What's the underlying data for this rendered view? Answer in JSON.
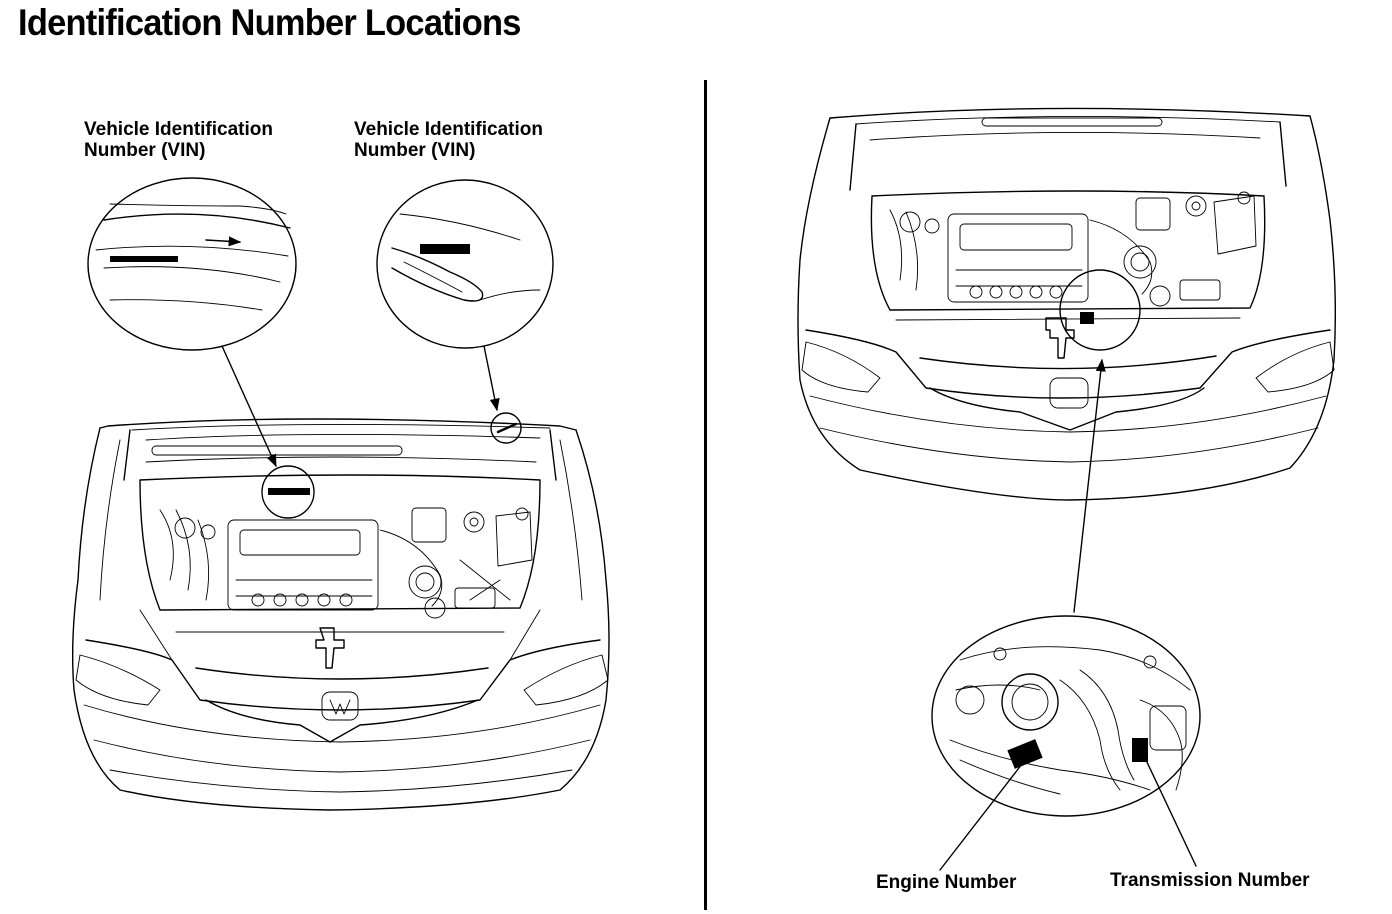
{
  "page": {
    "title": "Identification Number Locations"
  },
  "labels": {
    "vin_left_line1": "Vehicle Identification",
    "vin_left_line2": "Number (VIN)",
    "vin_right_line1": "Vehicle Identification",
    "vin_right_line2": "Number (VIN)",
    "engine_number": "Engine Number",
    "transmission_number": "Transmission Number"
  }
}
